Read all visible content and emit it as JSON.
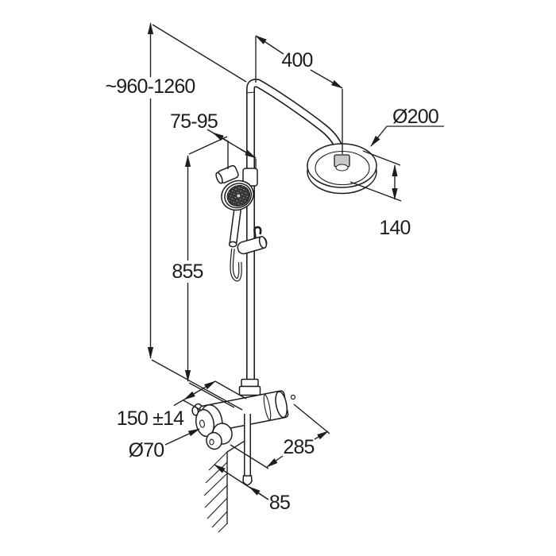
{
  "figure": {
    "kind": "technical dimension drawing",
    "subject": "shower column with overhead shower, hand shower and thermostatic mixer",
    "background": "#ffffff"
  },
  "labels": {
    "overall_height": "~960-1260",
    "holder_range": "75-95",
    "rail_length": "855",
    "arm_projection": "400",
    "head_diameter": "Ø200",
    "head_height": "140",
    "inlet_spacing": "150 ±14",
    "knob_diameter": "Ø70",
    "mixer_projection": "285",
    "wall_offset": "85"
  },
  "colors": {
    "line": "#1d1d1b",
    "background": "#ffffff",
    "spray_face": "#303030",
    "spray_dots": "#9a9a9a",
    "nut_shade": "#c9c9c9"
  }
}
